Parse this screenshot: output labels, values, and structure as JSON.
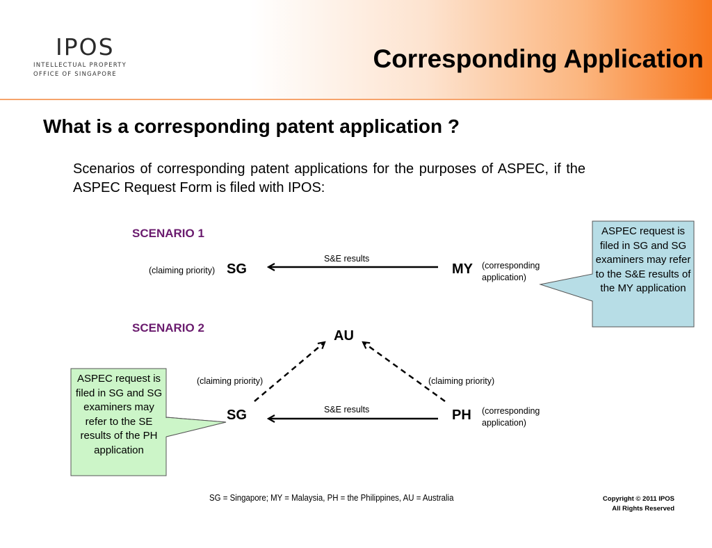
{
  "header": {
    "logo_mark": "IPOS",
    "logo_line1": "INTELLECTUAL PROPERTY",
    "logo_line2": "OFFICE OF SINGAPORE",
    "title": "Corresponding Application"
  },
  "question": "What is a corresponding patent application ?",
  "intro": "Scenarios of corresponding patent applications for the purposes of ASPEC, if the ASPEC Request Form is filed with IPOS:",
  "scenario1": {
    "label": "SCENARIO 1",
    "claiming_priority": "(claiming priority)",
    "sg": "SG",
    "my": "MY",
    "arrow_label": "S&E results",
    "corresponding_line1": "(corresponding",
    "corresponding_line2": "application)",
    "callout": "ASPEC request is filed in SG and SG examiners may refer to the S&E results of the MY application"
  },
  "scenario2": {
    "label": "SCENARIO 2",
    "au": "AU",
    "sg": "SG",
    "ph": "PH",
    "claiming_priority_left": "(claiming priority)",
    "claiming_priority_right": "(claiming priority)",
    "arrow_label": "S&E results",
    "corresponding_line1": "(corresponding",
    "corresponding_line2": "application)",
    "callout": "ASPEC request is filed in SG and SG examiners may refer to the SE results of the PH application"
  },
  "footer": {
    "legend": "SG = Singapore; MY = Malaysia, PH = the Philippines, AU = Australia",
    "copyright_line1": "Copyright © 2011 IPOS",
    "copyright_line2": "All Rights Reserved"
  },
  "colors": {
    "scenario_label": "#6a1b6e",
    "callout1_fill": "#b7dde6",
    "callout2_fill": "#ccf5c8",
    "header_accent": "#f8781f"
  }
}
